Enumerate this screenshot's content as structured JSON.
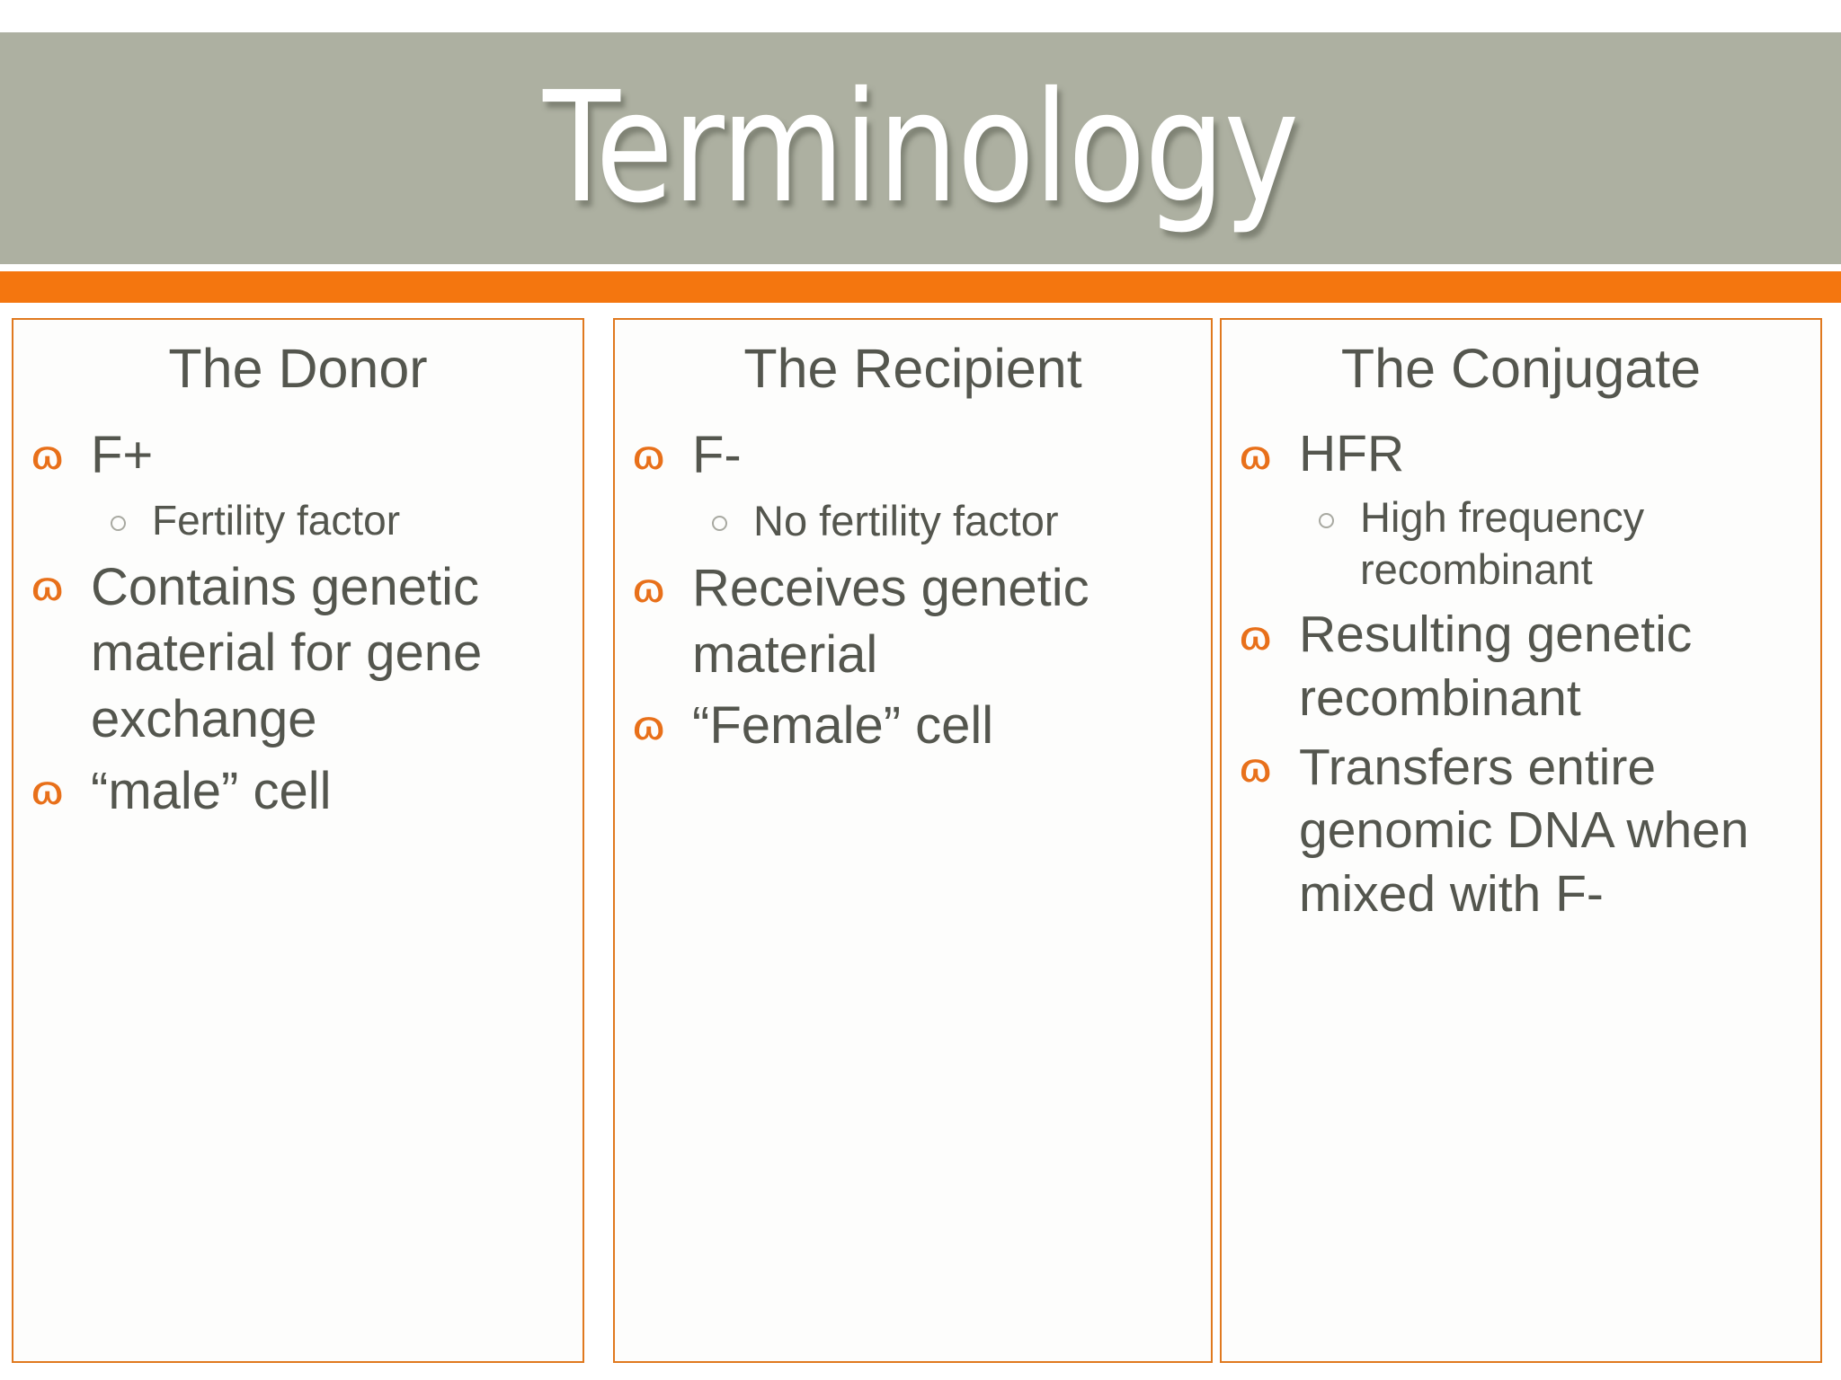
{
  "slide": {
    "title": "Terminology",
    "colors": {
      "title_band": "#ADB0A1",
      "accent_orange": "#F4760F",
      "box_border": "#E0791F",
      "body_text": "#54564E",
      "sub_bullet": "#A8A9A1",
      "background": "#FFFFFF"
    },
    "bullet_glyphs": {
      "level1": "ɷ",
      "level2": "○"
    }
  },
  "columns": [
    {
      "heading": "The Donor",
      "items": [
        {
          "text": "F+",
          "sub": [
            {
              "text": "Fertility factor"
            }
          ]
        },
        {
          "text": "Contains genetic material for gene exchange",
          "sub": []
        },
        {
          "text": "“male” cell",
          "sub": []
        }
      ]
    },
    {
      "heading": "The Recipient",
      "items": [
        {
          "text": "F-",
          "sub": [
            {
              "text": "No fertility factor"
            }
          ]
        },
        {
          "text": "Receives genetic material",
          "sub": []
        },
        {
          "text": "“Female” cell",
          "sub": []
        }
      ]
    },
    {
      "heading": "The Conjugate",
      "items": [
        {
          "text": "HFR",
          "sub": [
            {
              "text": "High frequency recombinant"
            }
          ]
        },
        {
          "text": "Resulting genetic recombinant",
          "sub": []
        },
        {
          "text": "Transfers entire genomic DNA when mixed with F-",
          "sub": []
        }
      ]
    }
  ]
}
